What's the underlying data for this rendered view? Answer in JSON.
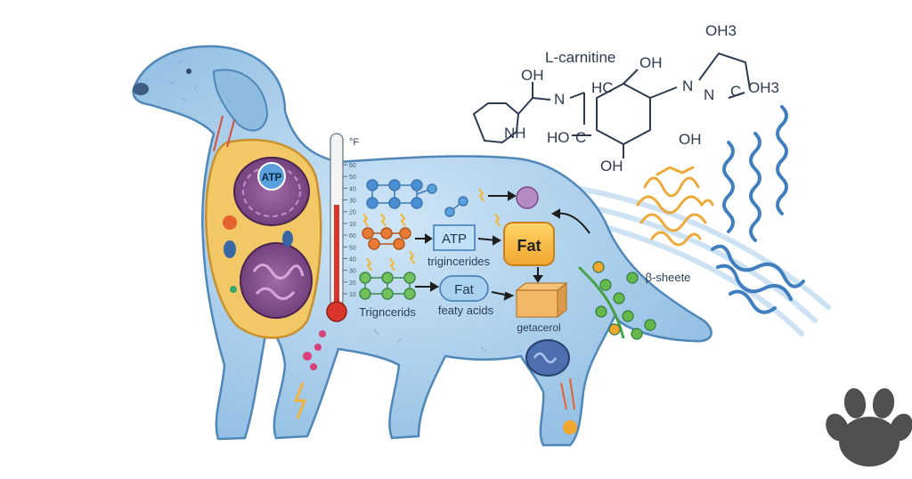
{
  "labels": {
    "l_carnitine": "L-carnitine",
    "atp_mito": "ATP",
    "atp_box": "ATP",
    "fat_box": "Fat",
    "fat_pill": "Fat",
    "trigincerides": "trigincerides",
    "trigncerids": "Trigncerids",
    "featy_acids": "featy acids",
    "getacerol": "getacerol",
    "beta_sheete": "β-sheete"
  },
  "molecule": {
    "oh_left": "OH",
    "n_left": "N",
    "nh_ring": "NH",
    "hc": "HC",
    "oh_top": "OH",
    "n_mid": "N",
    "oh3_top": "OH3",
    "n_right": "N",
    "c_right": "C",
    "oh3_right": "OH3",
    "ho_bottom": "HO",
    "c_bottom": "C",
    "oh_bottom": "OH",
    "oh_right_ring": "OH"
  },
  "thermometer": {
    "unit": "°F",
    "ticks": [
      "60",
      "50",
      "40",
      "30",
      "20",
      "10",
      "60",
      "50",
      "40",
      "30",
      "20",
      "10"
    ]
  },
  "colors": {
    "dog_fill": "#9cc6e6",
    "dog_stroke": "#4f87b8",
    "cell_yellow": "#f2c867",
    "mito_purple": "#7d4a86",
    "thermo_red": "#d9352b",
    "fat_orange": "#f3b13a",
    "protein_blue": "#3f7fc0",
    "protein_orange": "#efa93a",
    "paw": "#505050"
  }
}
